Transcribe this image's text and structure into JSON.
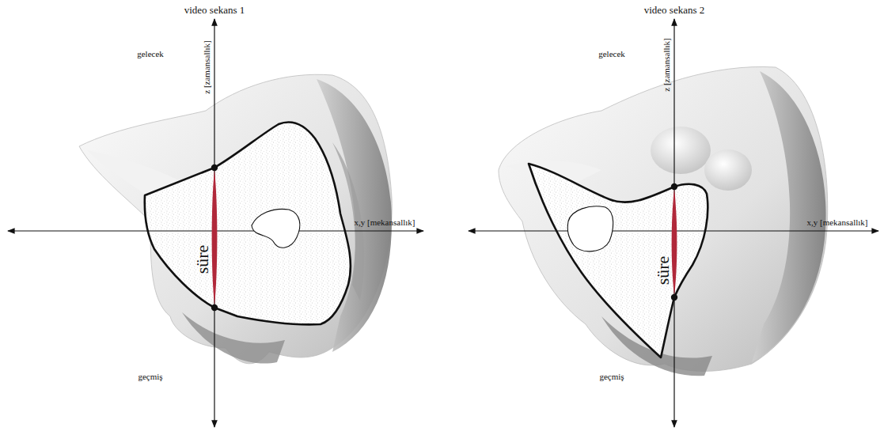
{
  "diagram": {
    "nodes": [
      {
        "text": [
          "süre"
        ]
      },
      {
        "text": [
          "süre"
        ]
      }
    ],
    "labels": [
      "video sekans 1",
      "gelecek",
      "z [zamansallık]",
      "x,y [mekansallık]",
      "geçmiş",
      "video sekans 2",
      "gelecek",
      "z [zamansallık]",
      "x,y [mekansallık]",
      "geçmiş"
    ]
  }
}
